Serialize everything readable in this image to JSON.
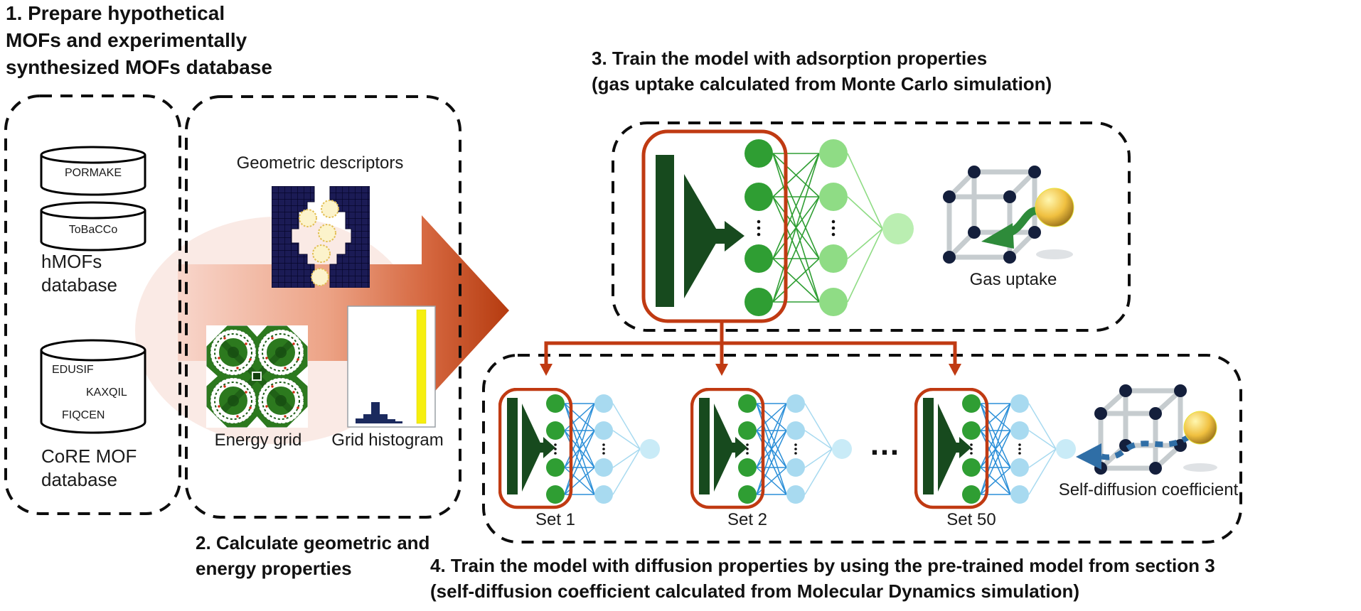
{
  "figure_type": "MOF machine-learning workflow diagram",
  "sections": {
    "s1": {
      "title_line1": "1. Prepare hypothetical",
      "title_line2": "MOFs and experimentally",
      "title_line3": "synthesized MOFs database"
    },
    "s2": {
      "title_line1": "2. Calculate geometric and",
      "title_line2": "energy properties"
    },
    "s3": {
      "title_line1": "3. Train the model with adsorption properties",
      "title_line2": "(gas uptake calculated from Monte Carlo simulation)"
    },
    "s4": {
      "title_line1": "4. Train the model with diffusion properties by using the pre-trained model from section 3",
      "title_line2": "(self-diffusion coefficient calculated from Molecular Dynamics simulation)"
    }
  },
  "databases": {
    "hmof": {
      "cylinders": [
        "PORMAKE",
        "ToBaCCo"
      ],
      "label_line1": "hMOFs",
      "label_line2": "database"
    },
    "core": {
      "entries": [
        "EDUSIF",
        "KAXQIL",
        "FIQCEN"
      ],
      "label_line1": "CoRE MOF",
      "label_line2": "database"
    }
  },
  "descriptors": {
    "geometric_label": "Geometric descriptors",
    "energy_label": "Energy grid",
    "histogram_label": "Grid histogram",
    "histogram_bars": [
      7,
      13,
      30,
      13,
      6,
      3
    ],
    "histogram_highlight": "tall yellow bar at right edge"
  },
  "model3": {
    "output_label": "Gas uptake"
  },
  "model4": {
    "sets": [
      {
        "label": "Set 1"
      },
      {
        "label": "Set 2"
      },
      {
        "label": "Set 50"
      }
    ],
    "ellipsis": "…",
    "output_label": "Self-diffusion coefficient"
  },
  "colors": {
    "dashed_border": "#0d0d0d",
    "accent_red": "#c03a12",
    "dark_green": "#174a1e",
    "medium_green": "#2f9e33",
    "light_green": "#8fdc85",
    "pale_green": "#baeeb1",
    "blue_line": "#2b8fd8",
    "light_blue": "#a8daf0",
    "pale_blue": "#c9ebf7",
    "navy_grid": "#1b1b55",
    "navy_bar": "#1b2a5e",
    "yellow_bar": "#f6ef0e",
    "gold_sphere": "#f0c040",
    "cube_edge_gray": "#c6cccf",
    "arrow_light": "#f8d5ca",
    "arrow_dark": "#b33508"
  }
}
